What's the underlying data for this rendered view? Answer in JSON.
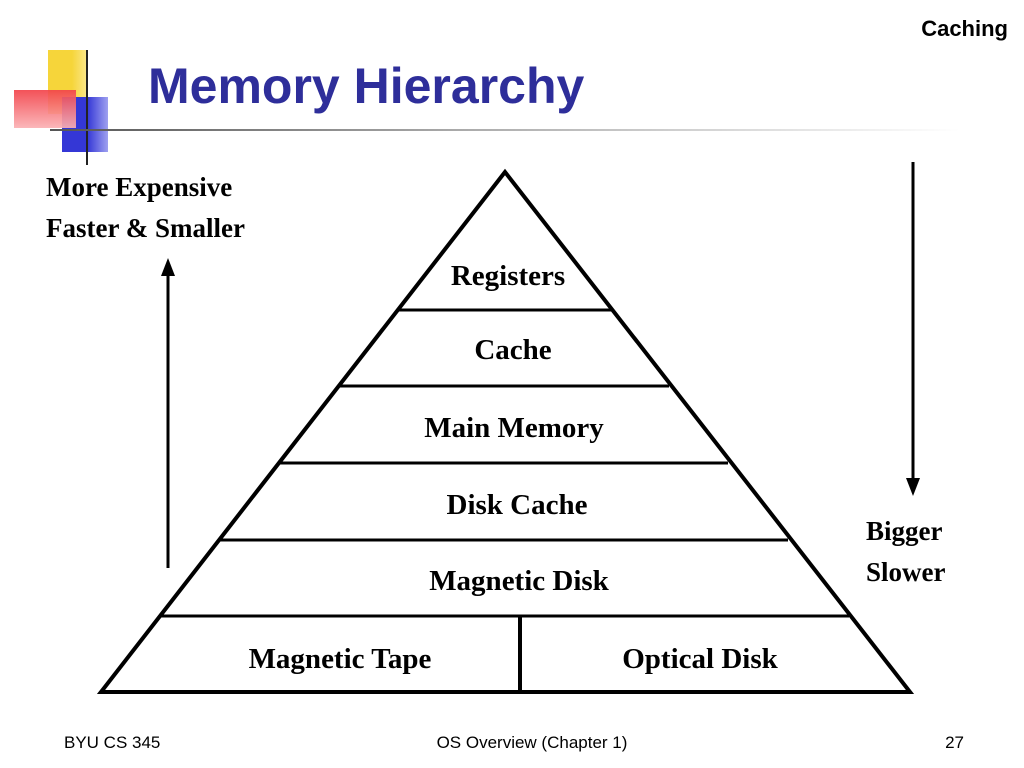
{
  "header": {
    "section": "Caching",
    "title": "Memory Hierarchy"
  },
  "notes": {
    "top_left": [
      "More Expensive",
      "Faster & Smaller"
    ],
    "bottom_right": [
      "Bigger",
      "Slower"
    ]
  },
  "pyramid": {
    "levels": [
      "Registers",
      "Cache",
      "Main Memory",
      "Disk Cache",
      "Magnetic Disk"
    ],
    "base": [
      "Magnetic Tape",
      "Optical Disk"
    ]
  },
  "footer": {
    "left": "BYU CS 345",
    "center": "OS Overview (Chapter 1)",
    "right": "27"
  },
  "colors": {
    "title": "#2e2e9a",
    "decor_yellow": "#f6d53a",
    "decor_red": "#f2434a",
    "decor_blue": "#3437d6",
    "ink": "#000000"
  }
}
